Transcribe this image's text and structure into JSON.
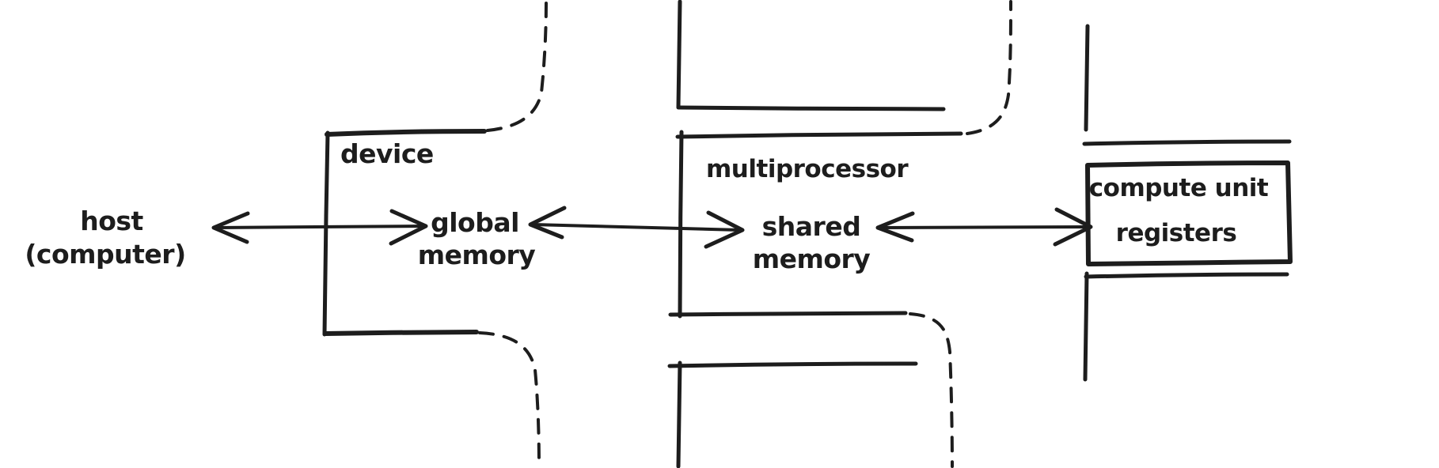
{
  "canvas": {
    "background": "#ffffff",
    "ink": "#1d1d1d",
    "style": "hand-drawn sketch"
  },
  "diagram": {
    "type": "memory-hierarchy",
    "nodes": {
      "host": {
        "line1": "host",
        "line2": "(computer)"
      },
      "global_memory": {
        "line1": "global",
        "line2": "memory"
      },
      "shared_memory": {
        "line1": "shared",
        "line2": "memory"
      },
      "registers": {
        "label": "registers"
      }
    },
    "containers": {
      "device": {
        "label": "device",
        "continuation": "dashed repeats above and below"
      },
      "multiprocessor": {
        "label": "multiprocessor",
        "continuation": "partial stacked copies above and below, dashed right edge"
      },
      "compute_unit": {
        "label": "compute unit",
        "continuation": "partial stacked copies above and below"
      }
    },
    "edges": [
      {
        "from": "host (computer)",
        "to": "global memory",
        "type": "double-headed-arrow"
      },
      {
        "from": "global memory",
        "to": "shared memory",
        "type": "double-headed-arrow"
      },
      {
        "from": "shared memory",
        "to": "compute unit registers",
        "type": "double-headed-arrow"
      }
    ]
  }
}
